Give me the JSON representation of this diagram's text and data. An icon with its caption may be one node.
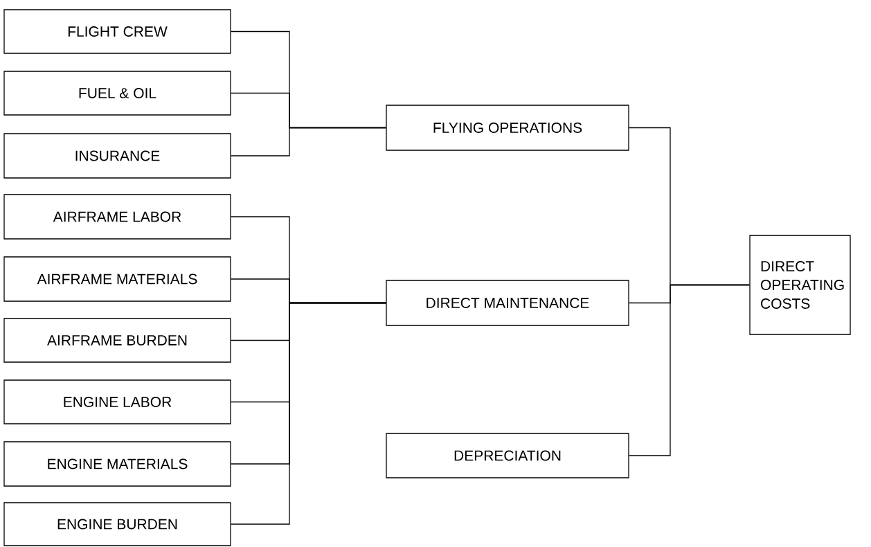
{
  "diagram": {
    "nodes": [
      {
        "text": [
          "FLIGHT CREW"
        ]
      },
      {
        "text": [
          "FUEL & OIL"
        ]
      },
      {
        "text": [
          "INSURANCE"
        ]
      },
      {
        "text": [
          "AIRFRAME LABOR"
        ]
      },
      {
        "text": [
          "AIRFRAME MATERIALS"
        ]
      },
      {
        "text": [
          "AIRFRAME BURDEN"
        ]
      },
      {
        "text": [
          "ENGINE LABOR"
        ]
      },
      {
        "text": [
          "ENGINE MATERIALS"
        ]
      },
      {
        "text": [
          "ENGINE BURDEN"
        ]
      },
      {
        "text": [
          "FLYING OPERATIONS"
        ]
      },
      {
        "text": [
          "DIRECT MAINTENANCE"
        ]
      },
      {
        "text": [
          "DEPRECIATION"
        ]
      },
      {
        "text": [
          "DIRECT OPERATING COSTS"
        ]
      }
    ],
    "edges": [
      {
        "from": 0,
        "to": 9,
        "arrow": "none"
      },
      {
        "from": 1,
        "to": 9,
        "arrow": "none"
      },
      {
        "from": 2,
        "to": 9,
        "arrow": "none"
      },
      {
        "from": 3,
        "to": 10,
        "arrow": "none"
      },
      {
        "from": 4,
        "to": 10,
        "arrow": "none"
      },
      {
        "from": 5,
        "to": 10,
        "arrow": "none"
      },
      {
        "from": 6,
        "to": 10,
        "arrow": "none"
      },
      {
        "from": 7,
        "to": 10,
        "arrow": "none"
      },
      {
        "from": 8,
        "to": 10,
        "arrow": "none"
      },
      {
        "from": 9,
        "to": 12,
        "arrow": "none"
      },
      {
        "from": 10,
        "to": 12,
        "arrow": "none"
      },
      {
        "from": 11,
        "to": 12,
        "arrow": "none"
      }
    ]
  }
}
